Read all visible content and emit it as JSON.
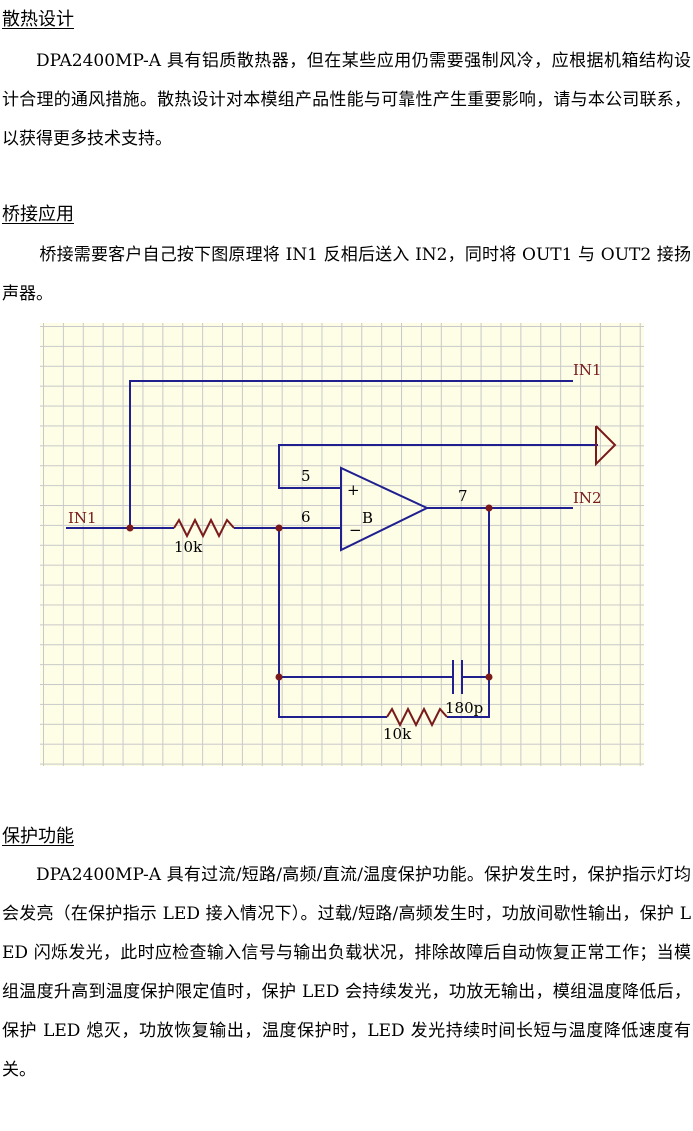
{
  "sections": {
    "heat": {
      "title": "散热设计",
      "body": "DPA2400MP-A 具有铝质散热器，但在某些应用仍需要强制风冷，应根据机箱结构设计合理的通风措施。散热设计对本模组产品性能与可靠性产生重要影响，请与本公司联系，以获得更多技术支持。"
    },
    "bridge": {
      "title": "桥接应用",
      "body": "桥接需要客户自己按下图原理将 IN1 反相后送入 IN2，同时将 OUT1 与 OUT2 接扬声器。"
    },
    "protect": {
      "title": "保护功能",
      "body": "DPA2400MP-A 具有过流/短路/高频/直流/温度保护功能。保护发生时，保护指示灯均会发亮（在保护指示 LED 接入情况下）。过载/短路/高频发生时，功放间歇性输出，保护 LED 闪烁发光，此时应检查输入信号与输出负载状况，排除故障后自动恢复正常工作；当模组温度升高到温度保护限定值时，保护 LED 会持续发光，功放无输出，模组温度降低后，保护 LED 熄灭，功放恢复输出，温度保护时，LED 发光持续时间长短与温度降低速度有关。"
    }
  },
  "schematic": {
    "net_in1_top": "IN1",
    "net_in1_left": "IN1",
    "net_in2": "IN2",
    "pin_plus": "5",
    "pin_minus": "6",
    "pin_out": "7",
    "amp_label": "B",
    "input_resistor": "10k",
    "feedback_resistor": "10k",
    "feedback_capacitor": "180p",
    "colors": {
      "wire": "#1f1f8f",
      "junction": "#7a1a1a",
      "port": "#7a1a1a",
      "grid": "#c9c9c9",
      "background": "#fefde6"
    }
  }
}
